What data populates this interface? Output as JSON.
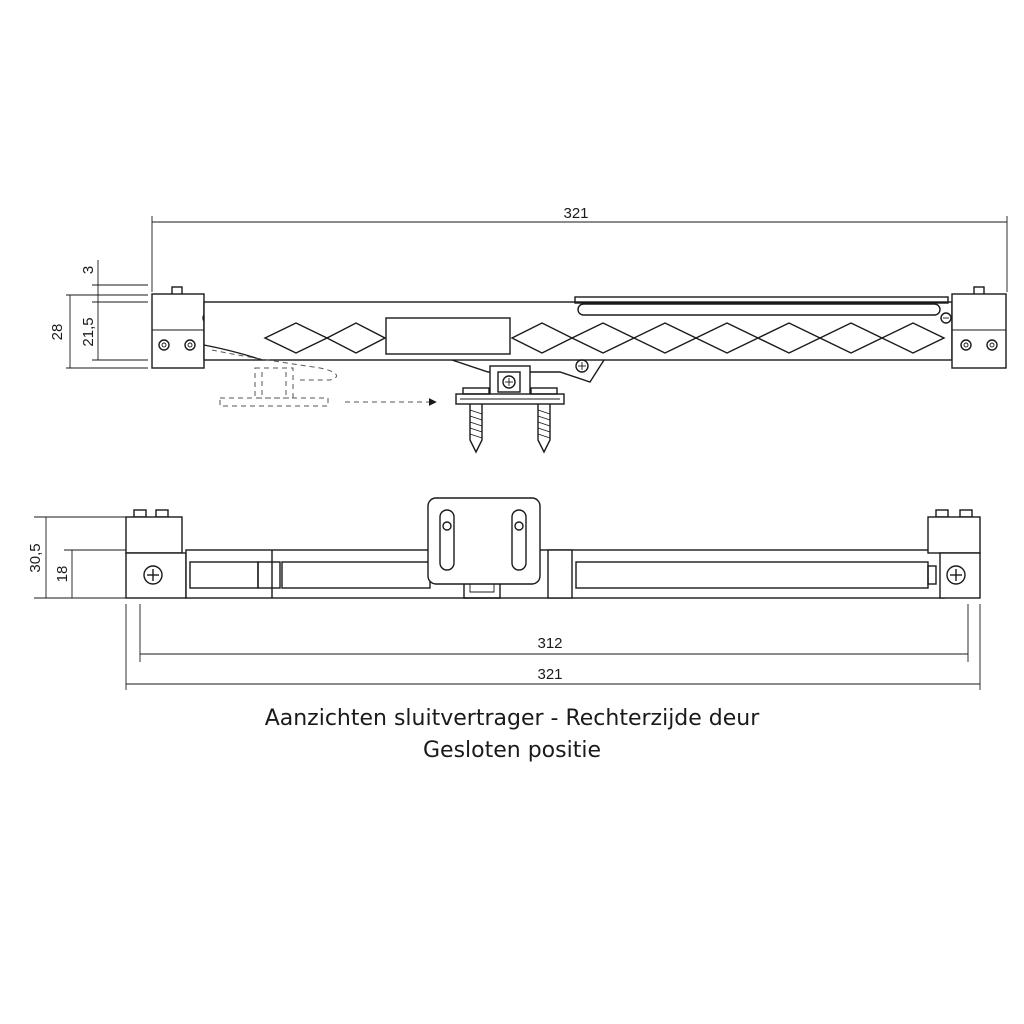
{
  "top_view": {
    "dim_overall": "321",
    "dim_height": "28",
    "dim_offset": "3",
    "dim_inner_height": "21,5"
  },
  "bottom_view": {
    "dim_height": "30,5",
    "dim_inner_height": "18",
    "dim_inner_length": "312",
    "dim_overall": "321"
  },
  "caption": {
    "line1": "Aanzichten sluitvertrager - Rechterzijde deur",
    "line2": "Gesloten positie"
  }
}
